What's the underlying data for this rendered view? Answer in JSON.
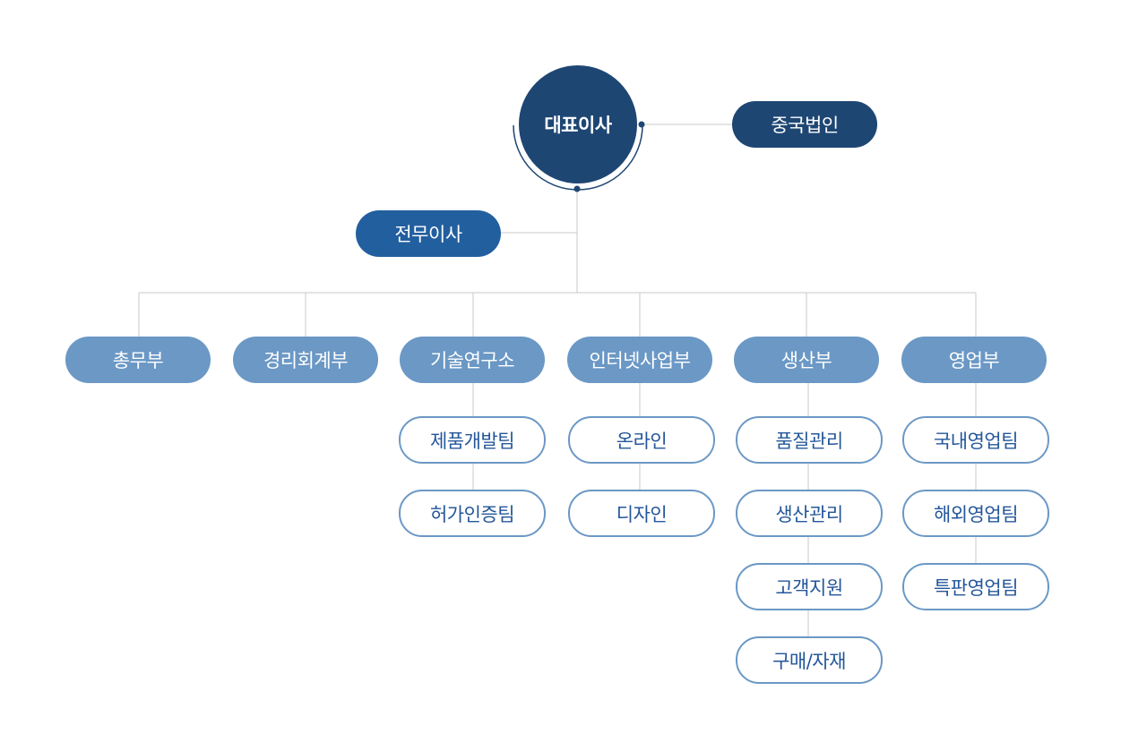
{
  "ceo": {
    "label": "대표이사"
  },
  "subsidiary": {
    "label": "중국법인"
  },
  "executive": {
    "label": "전무이사"
  },
  "departments": [
    {
      "label": "총무부",
      "teams": []
    },
    {
      "label": "경리회계부",
      "teams": []
    },
    {
      "label": "기술연구소",
      "teams": [
        "제품개발팀",
        "허가인증팀"
      ]
    },
    {
      "label": "인터넷사업부",
      "teams": [
        "온라인",
        "디자인"
      ]
    },
    {
      "label": "생산부",
      "teams": [
        "품질관리",
        "생산관리",
        "고객지원",
        "구매/자재"
      ]
    },
    {
      "label": "영업부",
      "teams": [
        "국내영업팀",
        "해외영업팀",
        "특판영업팀"
      ]
    }
  ],
  "colors": {
    "ceo": "#1e4673",
    "executive": "#225f9f",
    "department": "#6b98c5",
    "team_text": "#24579a",
    "connector": "#c8c8c8"
  }
}
